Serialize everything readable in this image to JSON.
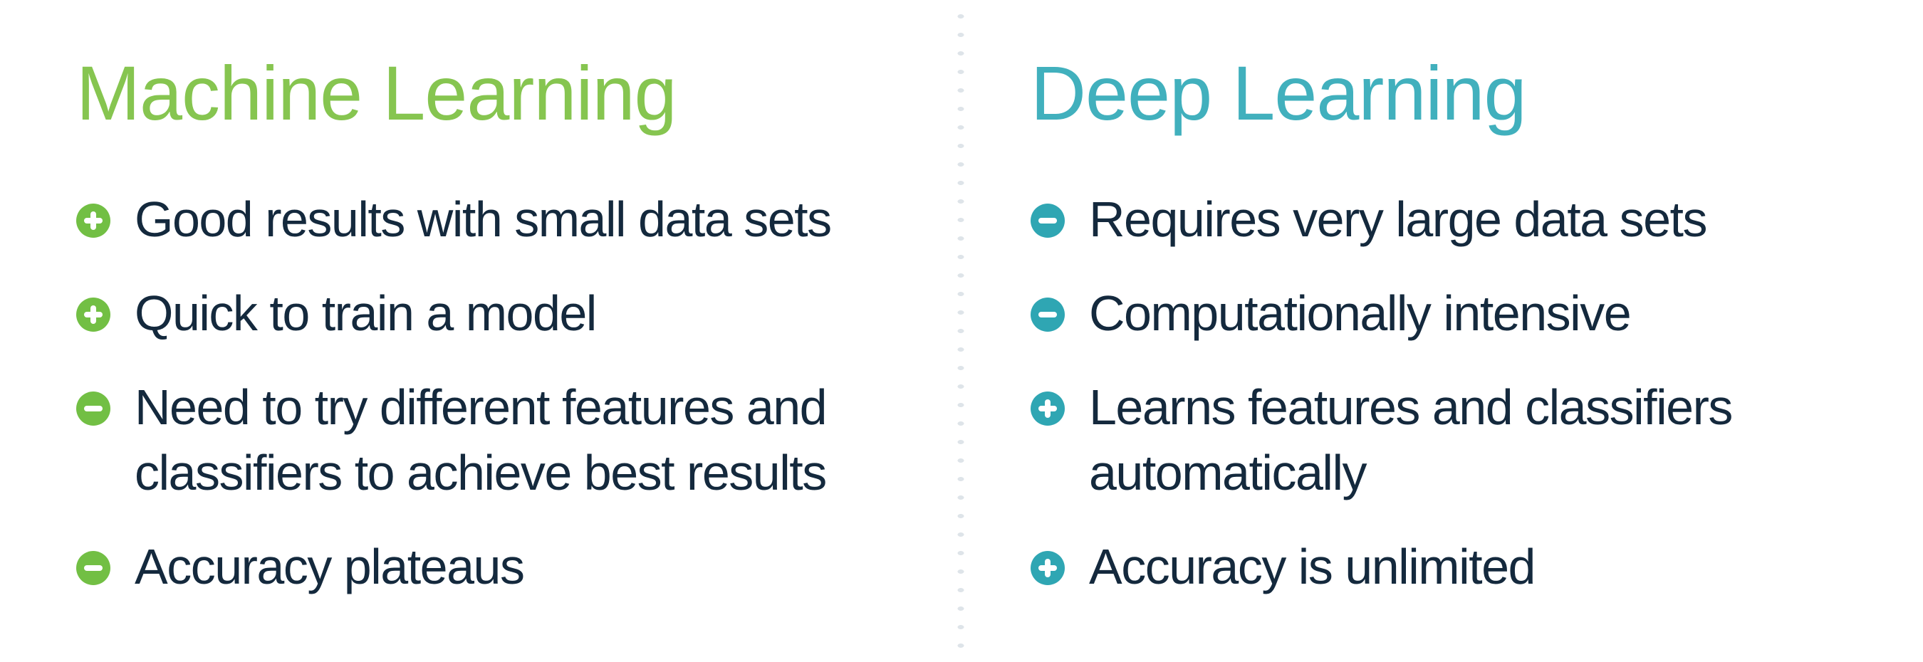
{
  "colors": {
    "background": "#ffffff",
    "text": "#14293d",
    "ml_title": "#86c550",
    "ml_accent": "#72bf44",
    "dl_title": "#41b0bd",
    "dl_accent": "#2fa6b3",
    "divider_dot": "#dee4e9"
  },
  "columns": [
    {
      "id": "machine-learning",
      "title": "Machine Learning",
      "items": [
        {
          "icon": "plus",
          "text": "Good results with small data sets"
        },
        {
          "icon": "plus",
          "text": "Quick to train a model"
        },
        {
          "icon": "minus",
          "text": "Need to try different features and\nclassifiers to achieve best results"
        },
        {
          "icon": "minus",
          "text": "Accuracy plateaus"
        }
      ]
    },
    {
      "id": "deep-learning",
      "title": "Deep Learning",
      "items": [
        {
          "icon": "minus",
          "text": "Requires very large data sets"
        },
        {
          "icon": "minus",
          "text": "Computationally intensive"
        },
        {
          "icon": "plus",
          "text": "Learns features and classifiers\nautomatically"
        },
        {
          "icon": "plus",
          "text": "Accuracy is unlimited"
        }
      ]
    }
  ]
}
